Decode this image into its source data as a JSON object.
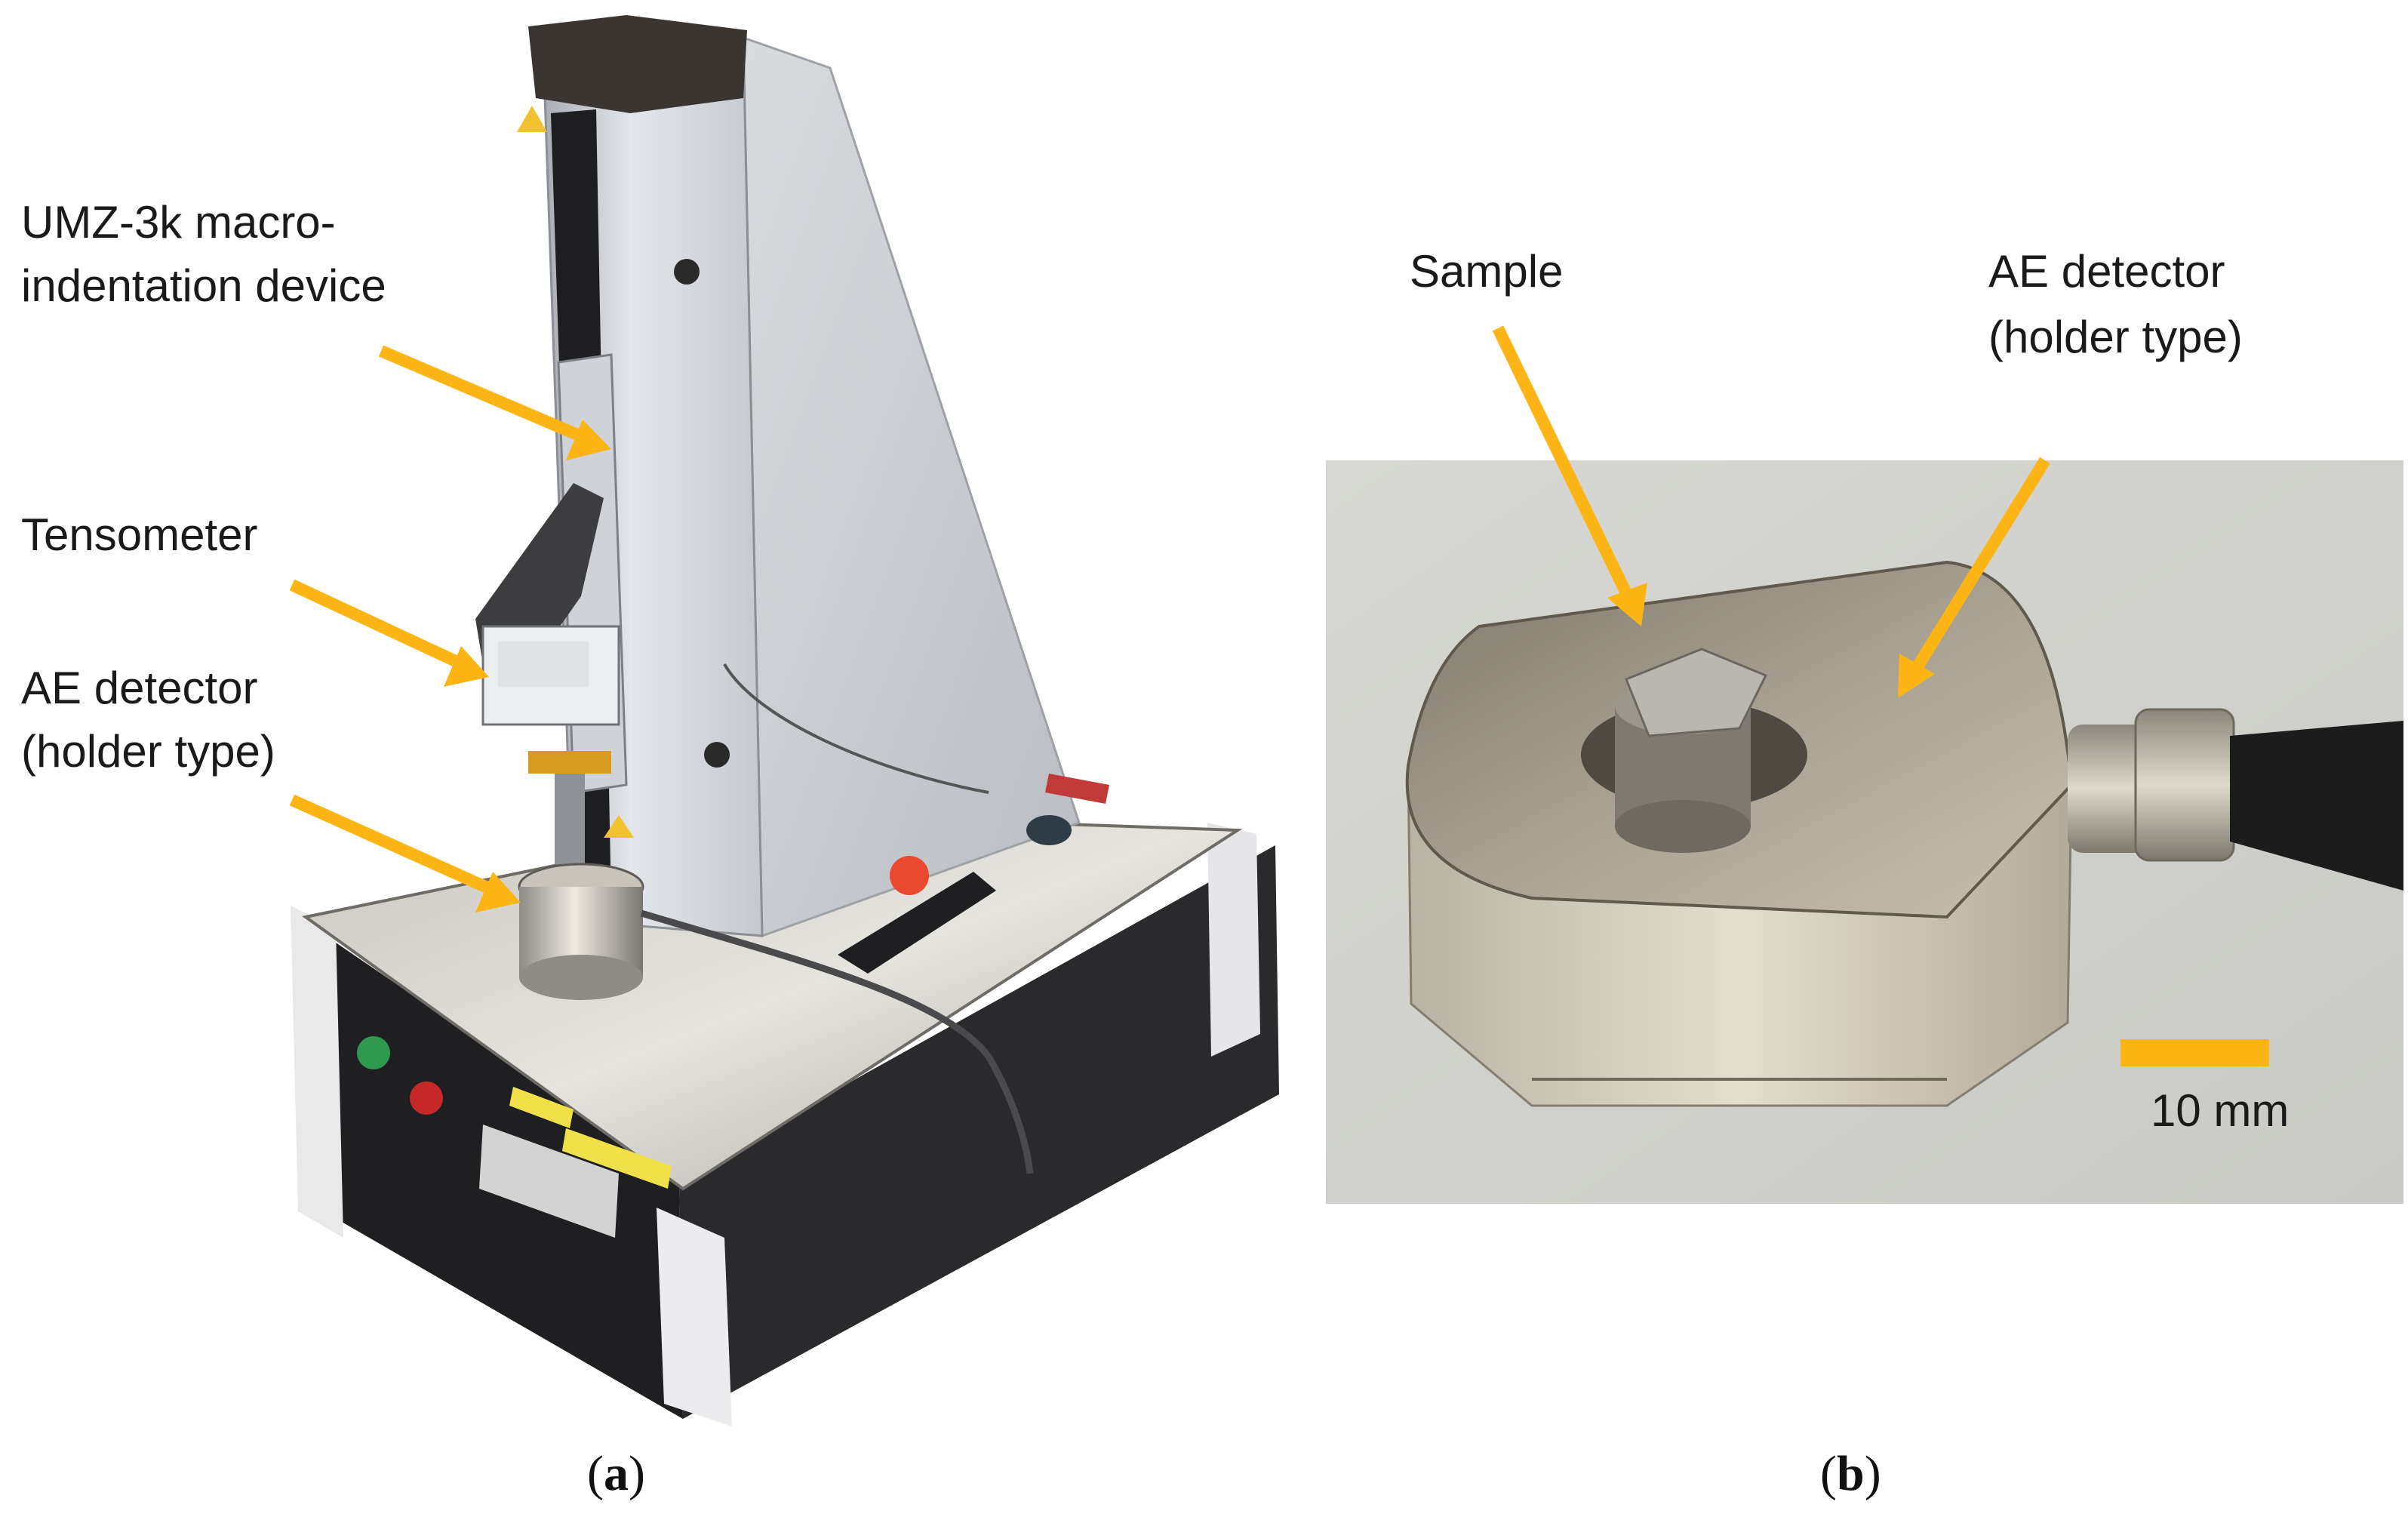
{
  "panel_a": {
    "labels": {
      "device_line1": "UMZ-3k macro-",
      "device_line2": "indentation device",
      "tensometer": "Tensometer",
      "ae_line1": "AE detector",
      "ae_line2": "(holder type)"
    },
    "caption": {
      "open": "(",
      "letter": "a",
      "close": ")"
    }
  },
  "panel_b": {
    "labels": {
      "sample": "Sample",
      "ae_line1": "AE detector",
      "ae_line2": "(holder type)",
      "scale": "10 mm"
    },
    "caption": {
      "open": "(",
      "letter": "b",
      "close": ")"
    }
  },
  "colors": {
    "arrow": "#FDB515",
    "scale_bar": "#FDB515",
    "background_b": "#D4D5D0"
  }
}
